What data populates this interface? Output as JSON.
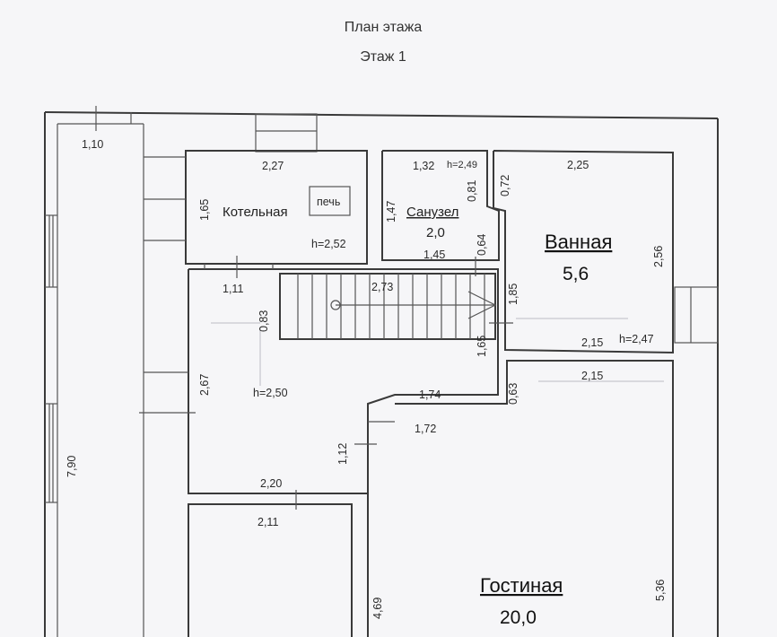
{
  "header": {
    "title": "План этажа",
    "floor": "Этаж 1"
  },
  "rooms": {
    "boiler": {
      "name": "Котельная",
      "stove": "печь",
      "height": "h=2,52"
    },
    "bathroom_small": {
      "name": "Санузел",
      "area": "2,0",
      "height": "h=2,49"
    },
    "bath": {
      "name": "Ванная",
      "area": "5,6",
      "height": "h=2,47"
    },
    "hall": {
      "height": "h=2,50"
    },
    "living": {
      "name": "Гостиная",
      "area": "20,0"
    }
  },
  "dimensions": {
    "d_1_10": "1,10",
    "d_2_27": "2,27",
    "d_1_65_a": "1,65",
    "d_1_32": "1,32",
    "d_0_81": "0,81",
    "d_0_72": "0,72",
    "d_2_25": "2,25",
    "d_1_47": "1,47",
    "d_0_64": "0,64",
    "d_1_45": "1,45",
    "d_2_56": "2,56",
    "d_1_11": "1,11",
    "d_2_73": "2,73",
    "d_1_85": "1,85",
    "d_0_83": "0,83",
    "d_2_15_a": "2,15",
    "d_1_65_b": "1,65",
    "d_2_15_b": "2,15",
    "d_0_63": "0,63",
    "d_2_67": "2,67",
    "d_1_74": "1,74",
    "d_1_72": "1,72",
    "d_1_12": "1,12",
    "d_7_90": "7,90",
    "d_2_20": "2,20",
    "d_2_11": "2,11",
    "d_4_69": "4,69",
    "d_5_36": "5,36"
  }
}
